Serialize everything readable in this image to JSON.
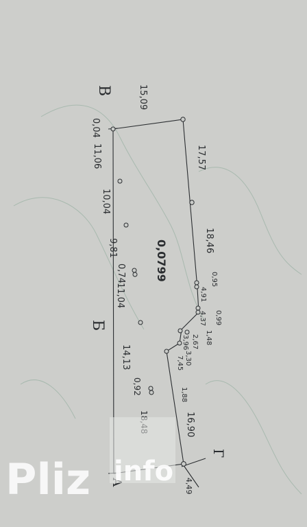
{
  "colors": {
    "paper": "#c9cbc8",
    "ink": "#2a2d30",
    "contour": "#9fb4a8",
    "watermark": "#ffffff",
    "watermark_box": "#e6e8e6"
  },
  "plot": {
    "area": "0,0799",
    "corners": {
      "v": "В",
      "b": "Б",
      "g": "Г",
      "a": "А"
    },
    "top_edge": [
      "15,09"
    ],
    "right_edge": [
      "17,57",
      "18,46",
      "0,95",
      "0,99",
      "4,91",
      "4,37",
      "1,48",
      "2,67",
      "3,96",
      "3,30",
      "7,45",
      "1,88",
      "16,90"
    ],
    "left_edge": [
      "0,04",
      "11,06",
      "10,04",
      "9,81",
      "0,74",
      "11,04",
      "14,13",
      "0,92",
      "18,48"
    ],
    "bottom_edge": [
      "4,49"
    ]
  },
  "watermark": {
    "brand": "Pliz",
    "suffix": "info"
  }
}
